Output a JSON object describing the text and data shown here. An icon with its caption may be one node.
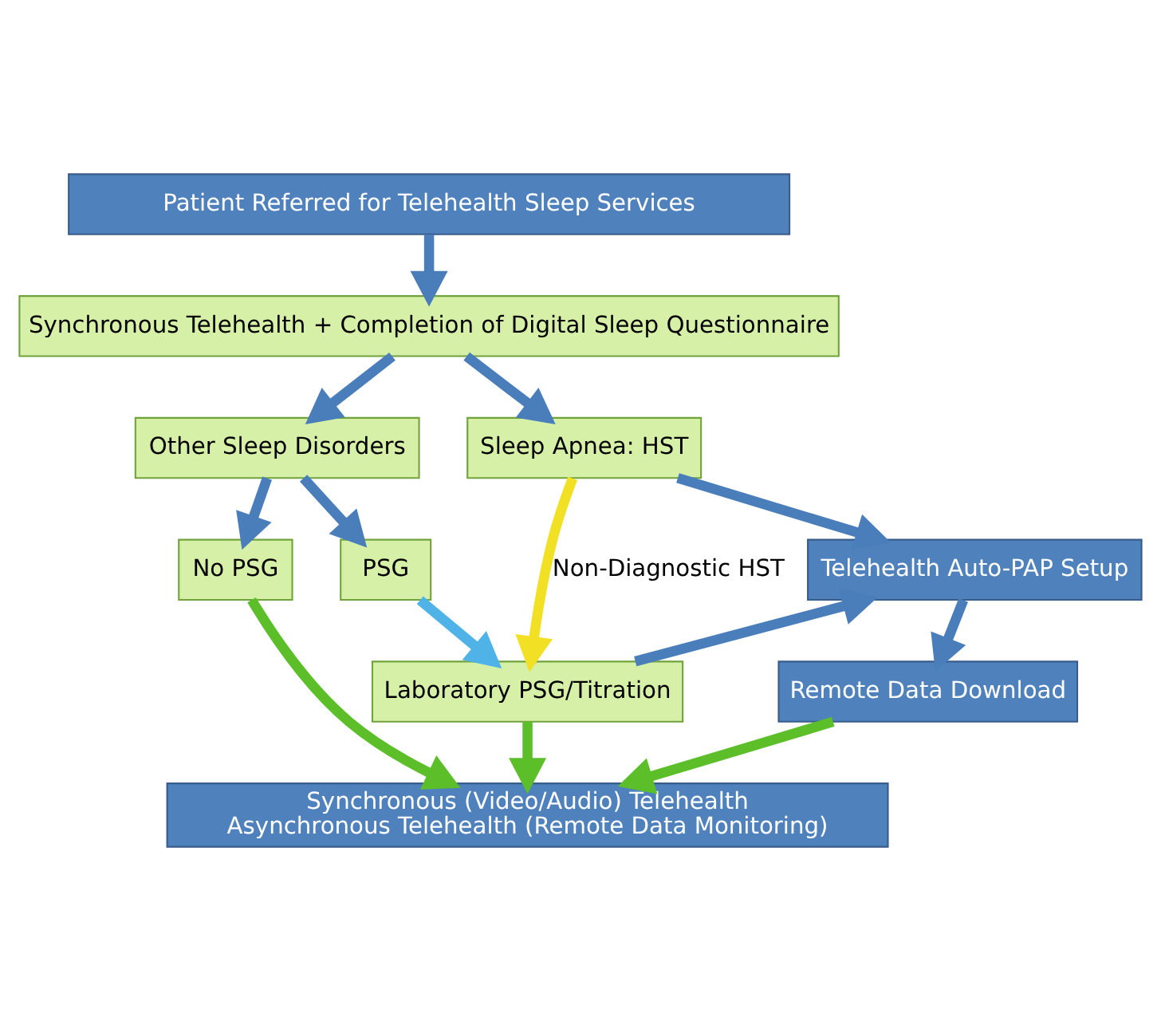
{
  "diagram": {
    "nodes": [
      {
        "text": [
          "Patient Referred for Telehealth Sleep Services"
        ]
      },
      {
        "text": [
          "Synchronous Telehealth + Completion of Digital Sleep Questionnaire"
        ]
      },
      {
        "text": [
          "Other Sleep Disorders"
        ]
      },
      {
        "text": [
          "Sleep Apnea: HST"
        ]
      },
      {
        "text": [
          "No PSG"
        ]
      },
      {
        "text": [
          "PSG"
        ]
      },
      {
        "text": [
          "Telehealth Auto-PAP Setup"
        ]
      },
      {
        "text": [
          "Remote Data Download"
        ]
      },
      {
        "text": [
          "Laboratory PSG/Titration"
        ]
      },
      {
        "text": [
          "Synchronous (Video/Audio) Telehealth",
          "Asynchronous Telehealth (Remote Data Monitoring)"
        ]
      }
    ],
    "edges": [
      {
        "from": 0,
        "to": 1,
        "arrow": "to"
      },
      {
        "from": 1,
        "to": 2,
        "arrow": "to"
      },
      {
        "from": 1,
        "to": 3,
        "arrow": "to"
      },
      {
        "from": 2,
        "to": 4,
        "arrow": "to"
      },
      {
        "from": 2,
        "to": 5,
        "arrow": "to"
      },
      {
        "from": 3,
        "to": 6,
        "arrow": "to"
      },
      {
        "from": 6,
        "to": 7,
        "arrow": "to"
      },
      {
        "from": 4,
        "to": 9,
        "arrow": "to",
        "color": "#5cbf2a"
      },
      {
        "from": 5,
        "to": 8,
        "arrow": "to",
        "color": "#4fb3e8"
      },
      {
        "from": 3,
        "to": 8,
        "arrow": "to",
        "label": "Non-Diagnostic HST",
        "color": "#f2e024"
      },
      {
        "from": 8,
        "to": 6,
        "arrow": "to"
      },
      {
        "from": 8,
        "to": 9,
        "arrow": "to",
        "color": "#5cbf2a"
      },
      {
        "from": 7,
        "to": 9,
        "arrow": "to",
        "color": "#5cbf2a"
      }
    ]
  }
}
